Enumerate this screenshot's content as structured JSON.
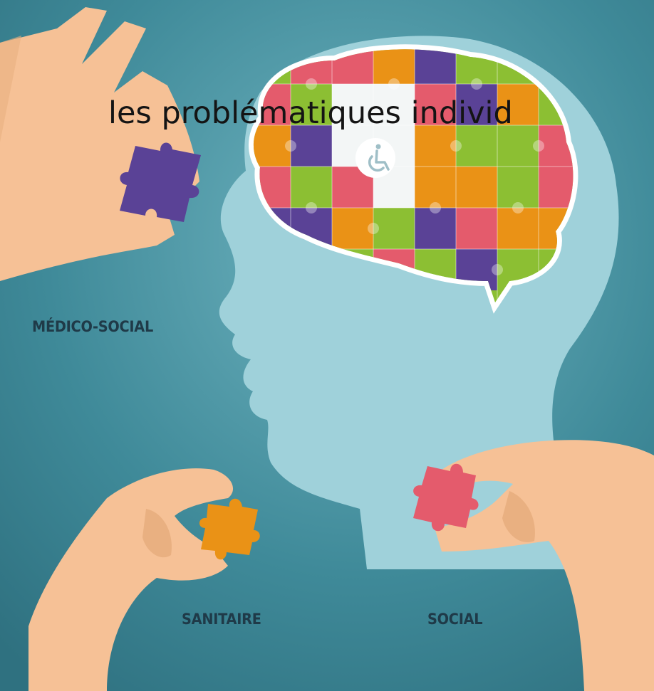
{
  "title": "les problématiques individ",
  "labels": {
    "medico_social": "MÉDICO-SOCIAL",
    "sanitaire": "SANITAIRE",
    "social": "SOCIAL"
  },
  "icons": [
    "wheelchair-icon"
  ],
  "colors": {
    "background": "#3f8a99",
    "head": "#9fd1da",
    "skin": "#f6c196",
    "puzzle_purple": "#5a4296",
    "puzzle_orange": "#ea9216",
    "puzzle_green": "#8cbf33",
    "puzzle_red": "#e45b6c",
    "label_text": "#1f3a48"
  }
}
